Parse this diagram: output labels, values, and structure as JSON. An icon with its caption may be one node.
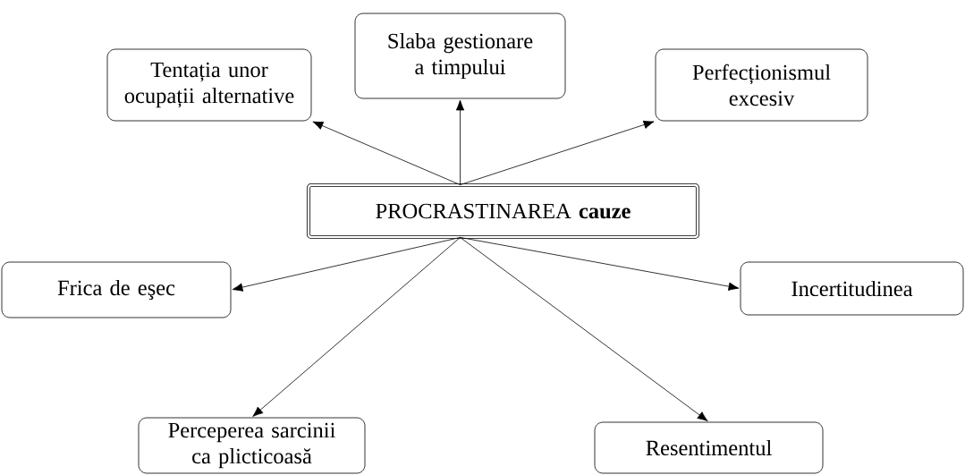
{
  "diagram": {
    "nodes": [
      {
        "text": [
          "PROCRASTINAREA **cauze**"
        ]
      },
      {
        "text": [
          "Tentația unor ocupații alternative"
        ]
      },
      {
        "text": [
          "Slaba gestionare a timpului"
        ]
      },
      {
        "text": [
          "Perfecționismul excesiv"
        ]
      },
      {
        "text": [
          "Frica de eşec"
        ]
      },
      {
        "text": [
          "Incertitudinea"
        ]
      },
      {
        "text": [
          "Perceperea sarcinii ca plicticoasă"
        ]
      },
      {
        "text": [
          "Resentimentul"
        ]
      }
    ],
    "edges": [
      {
        "from": 0,
        "to": 1,
        "arrow": "to"
      },
      {
        "from": 0,
        "to": 2,
        "arrow": "to"
      },
      {
        "from": 0,
        "to": 3,
        "arrow": "to"
      },
      {
        "from": 0,
        "to": 4,
        "arrow": "to"
      },
      {
        "from": 0,
        "to": 5,
        "arrow": "to"
      },
      {
        "from": 0,
        "to": 6,
        "arrow": "to"
      },
      {
        "from": 0,
        "to": 7,
        "arrow": "to"
      }
    ]
  }
}
